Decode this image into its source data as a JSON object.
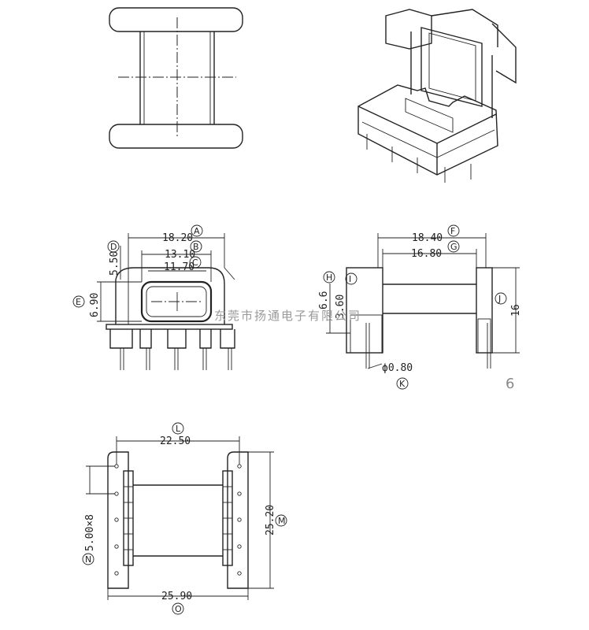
{
  "dimensions": {
    "A": "18.20",
    "B": "13.10",
    "C": "11.70",
    "D": "5.50",
    "E": "6.90",
    "F": "18.40",
    "G": "16.80",
    "H": "6.6",
    "I": "3.60",
    "J": "16",
    "K": "ϕ0.80",
    "L": "22.50",
    "M": "25.20",
    "N": "5.00×8",
    "O": "25.90"
  },
  "labels": [
    "A",
    "B",
    "C",
    "D",
    "E",
    "F",
    "G",
    "H",
    "I",
    "J",
    "K",
    "L",
    "M",
    "N",
    "O"
  ],
  "watermark": "东莞市扬通电子有限公司",
  "page_number": "6"
}
